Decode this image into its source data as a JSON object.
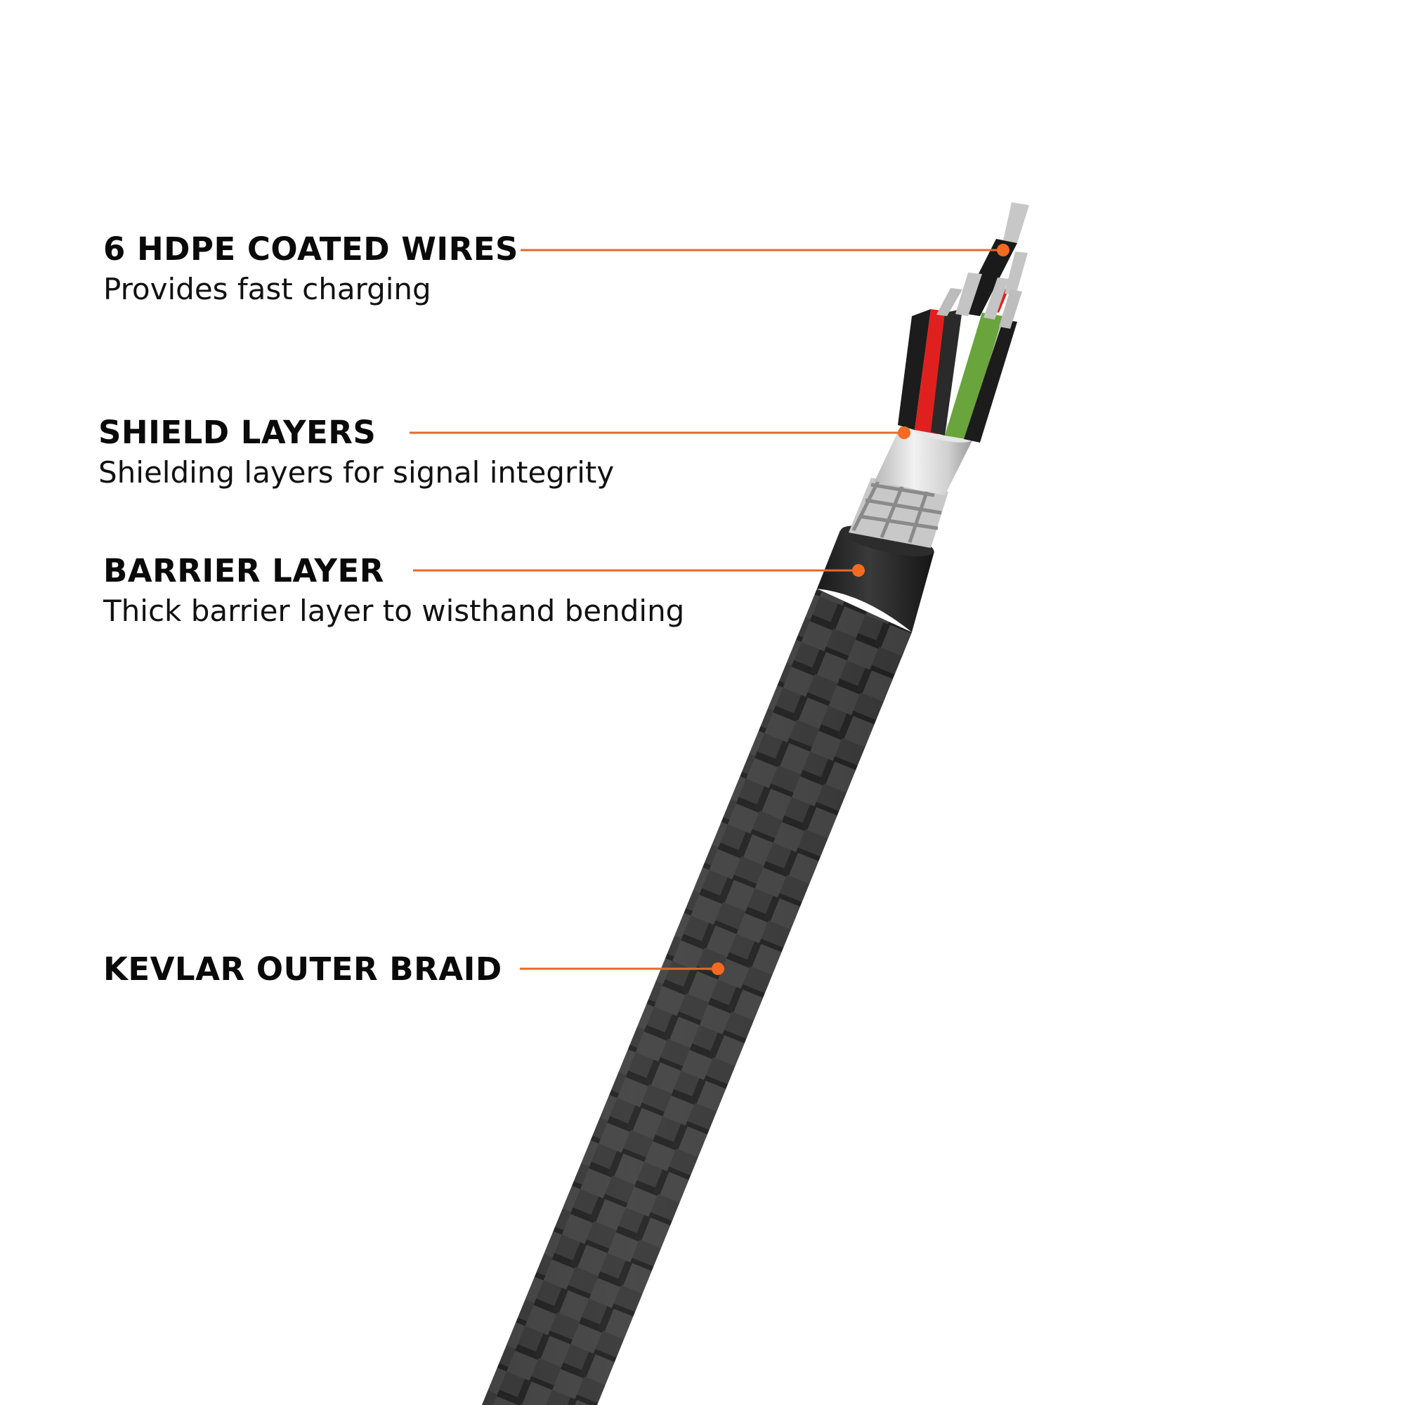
{
  "diagram": {
    "subject": "braided charging cable cross-section",
    "accent_color": "#e8692a",
    "callouts": [
      {
        "id": "wires",
        "title": "6 HDPE COATED WIRES",
        "description": "Provides fast charging"
      },
      {
        "id": "shield",
        "title": "SHIELD LAYERS",
        "description": "Shielding layers for signal integrity"
      },
      {
        "id": "barrier",
        "title": "BARRIER LAYER",
        "description": "Thick barrier layer to wisthand bending"
      },
      {
        "id": "kevlar",
        "title": "KEVLAR OUTER BRAID",
        "description": ""
      }
    ],
    "wire_colors": [
      "#1c1c1c",
      "#e0201e",
      "#6aa43c",
      "#1c1c1c",
      "#e0201e",
      "#1c1c1c"
    ]
  }
}
